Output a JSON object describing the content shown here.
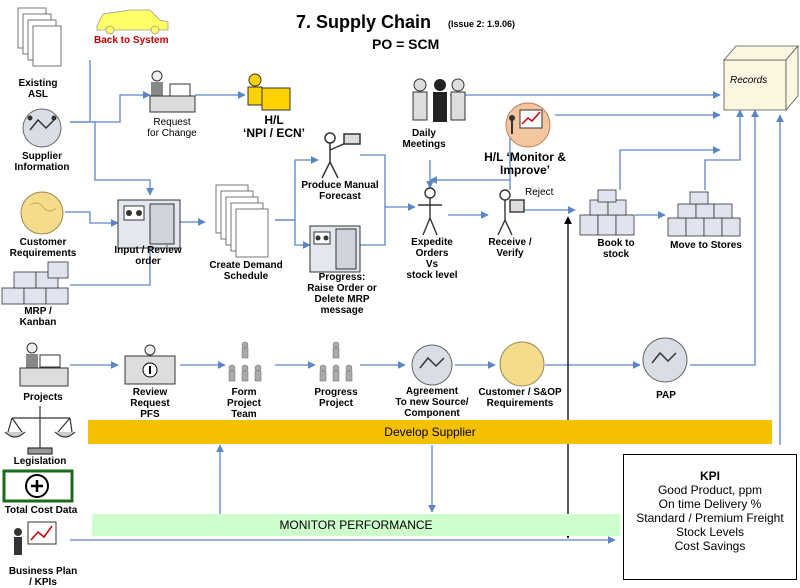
{
  "title": {
    "main": "7. Supply Chain",
    "issue": "(Issue 2: 1.9.06)",
    "subtitle": "PO = SCM"
  },
  "back_link": "Back to System",
  "records": "Records",
  "reject": "Reject",
  "nodes": {
    "existing_asl": "Existing\nASL",
    "supplier_information": "Supplier\nInformation",
    "customer_requirements": "Customer\nRequirements",
    "mrp_kanban": "MRP /\nKanban",
    "projects": "Projects",
    "legislation": "Legislation",
    "total_cost_data": "Total Cost Data",
    "business_plan": "Business Plan\n/ KPIs",
    "request_for_change": "Request\nfor Change",
    "hl_npi": "H/L\n‘NPI / ECN’",
    "input_review_order": "Input / Review\norder",
    "create_demand_schedule": "Create Demand\nSchedule",
    "produce_manual_forecast": "Produce Manual\nForecast",
    "progress_raise_order": "Progress:\nRaise Order or\nDelete MRP\nmessage",
    "daily_meetings": "Daily\nMeetings",
    "hl_monitor_improve": "H/L ‘Monitor &\nImprove’",
    "expedite_orders": "Expedite\nOrders\nVs\nstock level",
    "receive_verify": "Receive /\nVerify",
    "book_to_stock": "Book to\nstock",
    "move_to_stores": "Move to Stores",
    "review_request_pfs": "Review\nRequest\nPFS",
    "form_project_team": "Form\nProject\nTeam",
    "progress_project": "Progress\nProject",
    "agreement": "Agreement\nTo new Source/\nComponent",
    "customer_sop": "Customer / S&OP\nRequirements",
    "pap": "PAP"
  },
  "bands": {
    "develop_supplier": "Develop Supplier",
    "monitor_performance": "MONITOR PERFORMANCE"
  },
  "kpi": {
    "title": "KPI",
    "items": [
      "Good Product, ppm",
      "On time Delivery %",
      "Standard / Premium Freight",
      "Stock Levels",
      "Cost Savings"
    ]
  },
  "colors": {
    "connector": "#5a86c8",
    "develop_band": "#f5c000",
    "monitor_band": "#ccffcc",
    "globe": "#f4dc8c",
    "back_car": "#ffff66",
    "back_text": "#c00000"
  }
}
